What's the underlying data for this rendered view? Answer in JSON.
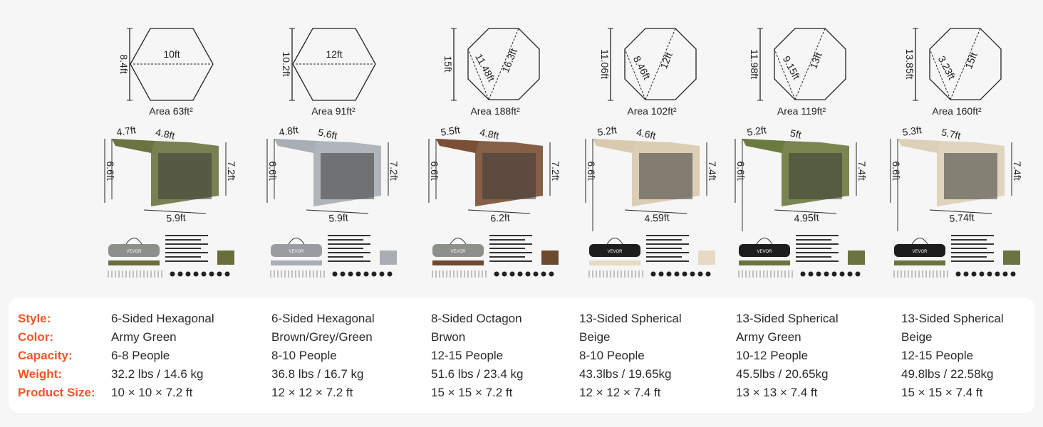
{
  "colors": {
    "accent": "#f0562a",
    "tent": [
      "#6b7340",
      "#a9adb5",
      "#7a4f34",
      "#d9c9ae",
      "#6b7a3e",
      "#ddd0b8"
    ],
    "bag": [
      "#8d8f8a",
      "#9a9ca0",
      "#8d8f8a",
      "#1d1d1d",
      "#1d1d1d",
      "#1d1d1d"
    ],
    "pad": [
      "#6b6e3c",
      "#a9adb5",
      "#6b4a30",
      "#e6dac4",
      "#6b7340",
      "#6b7340"
    ]
  },
  "brand": "VEVOR",
  "products": [
    {
      "shape": "hexagon",
      "height": "8.4ft",
      "width": "10ft",
      "area": "Area 63ft²",
      "tent": {
        "awning": "4.7ft",
        "side": "4.8ft",
        "left_h": "6.6ft",
        "right_h": "7.2ft",
        "base": "5.9ft"
      }
    },
    {
      "shape": "hexagon",
      "height": "10.2ft",
      "width": "12ft",
      "area": "Area 91ft²",
      "tent": {
        "awning": "4.8ft",
        "side": "5.6ft",
        "left_h": "6.6ft",
        "right_h": "7.2ft",
        "base": "5.9ft"
      }
    },
    {
      "shape": "octagon",
      "height": "15ft",
      "diag1": "11.48ft",
      "diag2": "16.3ft",
      "area": "Area 188ft²",
      "tent": {
        "awning": "5.5ft",
        "side": "4.8ft",
        "left_h": "6.6ft",
        "right_h": "7.2ft",
        "base": "6.2ft"
      }
    },
    {
      "shape": "octagon",
      "height": "11.06ft",
      "diag1": "8.46ft",
      "diag2": "12ft",
      "area": "Area 102ft²",
      "tent": {
        "awning": "5.2ft",
        "side": "4.6ft",
        "left_h": "6.6ft",
        "right_h": "7.4ft",
        "base": "4.59ft"
      }
    },
    {
      "shape": "octagon",
      "height": "11.98ft",
      "diag1": "9.15ft",
      "diag2": "13ft",
      "area": "Area 119ft²",
      "tent": {
        "awning": "5.2ft",
        "side": "5ft",
        "left_h": "6.6ft",
        "right_h": "7.4ft",
        "base": "4.95ft"
      }
    },
    {
      "shape": "octagon",
      "height": "13.85ft",
      "diag1": "3.23ft",
      "diag2": "15ft",
      "area": "Area 160ft²",
      "tent": {
        "awning": "5.3ft",
        "side": "5.7ft",
        "left_h": "6.6ft",
        "right_h": "7.4ft",
        "base": "5.74ft"
      }
    }
  ],
  "specs": {
    "labels": [
      "Style:",
      "Color:",
      "Capacity:",
      "Weight:",
      "Product Size:"
    ],
    "columns": [
      [
        "6-Sided Hexagonal",
        "Army Green",
        "6-8 People",
        "32.2 lbs / 14.6 kg",
        "10 × 10 × 7.2 ft"
      ],
      [
        "6-Sided Hexagonal",
        "Brown/Grey/Green",
        "8-10 People",
        "36.8 lbs / 16.7 kg",
        "12 × 12 × 7.2 ft"
      ],
      [
        "8-Sided Octagon",
        "Brwon",
        "12-15 People",
        "51.6 lbs / 23.4 kg",
        "15 × 15 × 7.2 ft"
      ],
      [
        "13-Sided Spherical",
        "Beige",
        "8-10 People",
        "43.3lbs / 19.65kg",
        "12 × 12 × 7.4 ft"
      ],
      [
        "13-Sided Spherical",
        "Army Green",
        "10-12 People",
        "45.5lbs / 20.65kg",
        "13 × 13 × 7.4 ft"
      ],
      [
        "13-Sided Spherical",
        "Beige",
        "12-15 People",
        "49.8lbs / 22.58kg",
        "15 × 15 × 7.4 ft"
      ]
    ]
  }
}
